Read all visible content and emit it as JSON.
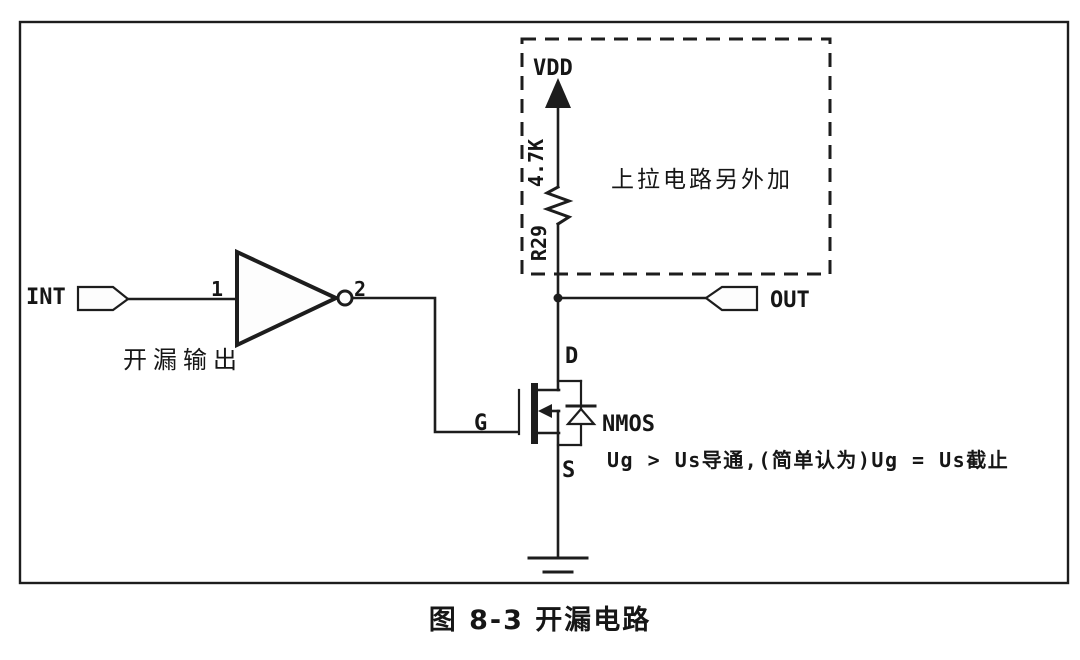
{
  "figure": {
    "caption": "图 8-3 开漏电路"
  },
  "ports": {
    "input_label": "INT",
    "output_label": "OUT"
  },
  "inverter": {
    "input_pin": "1",
    "output_pin": "2",
    "note": "开漏输出"
  },
  "pullup": {
    "power_label": "VDD",
    "resistor_value": "4.7K",
    "resistor_ref": "R29",
    "box_note": "上拉电路另外加"
  },
  "transistor": {
    "type_label": "NMOS",
    "gate_label": "G",
    "drain_label": "D",
    "source_label": "S",
    "behavior_note": "Ug > Us导通,(简单认为)Ug = Us截止"
  },
  "colors": {
    "line": "#1d1d1d",
    "text": "#161616",
    "background": "#ffffff"
  }
}
